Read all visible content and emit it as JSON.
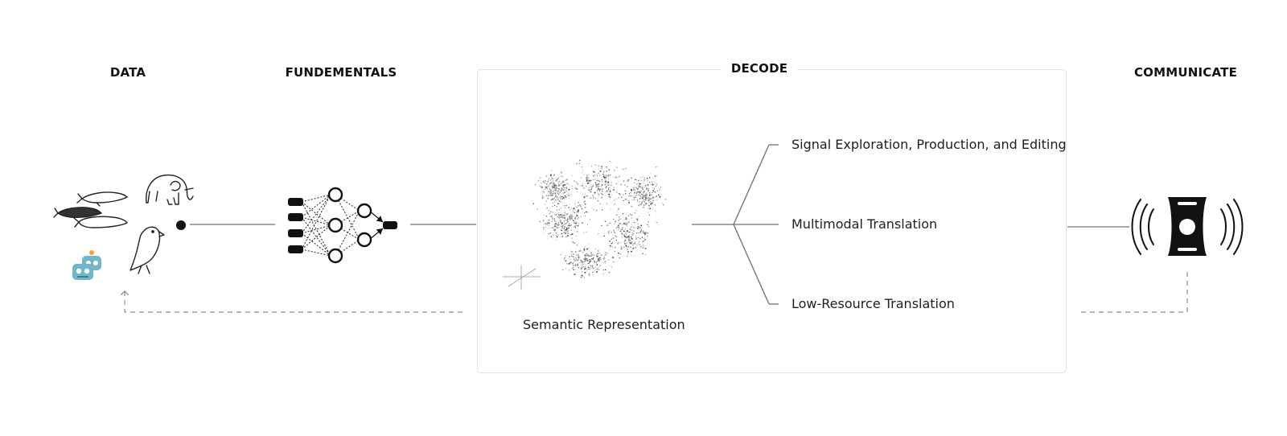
{
  "stages": {
    "data": {
      "title": "DATA"
    },
    "fundamentals": {
      "title": "FUNDEMENTALS"
    },
    "decode": {
      "title": "DECODE",
      "representation_label": "Semantic Representation",
      "branches": [
        {
          "label": "Signal Exploration, Production, and Editing"
        },
        {
          "label": "Multimodal Translation"
        },
        {
          "label": "Low-Resource Translation"
        }
      ]
    },
    "communicate": {
      "title": "COMMUNICATE"
    }
  },
  "icons": {
    "data": [
      "whale-icon",
      "beluga-icon",
      "humpback-icon",
      "elephant-icon",
      "crow-icon",
      "robot-icon",
      "node-dot-icon"
    ],
    "fundamentals": "neural-network-icon",
    "decode": "embedding-scatter-icon",
    "communicate": "device-signal-icon"
  },
  "colors": {
    "line": "#707070",
    "dashed": "#8a8a8a",
    "box_border": "#e2e2e2",
    "robot": "#6fb7c9",
    "robot_accent": "#f2a43a"
  }
}
